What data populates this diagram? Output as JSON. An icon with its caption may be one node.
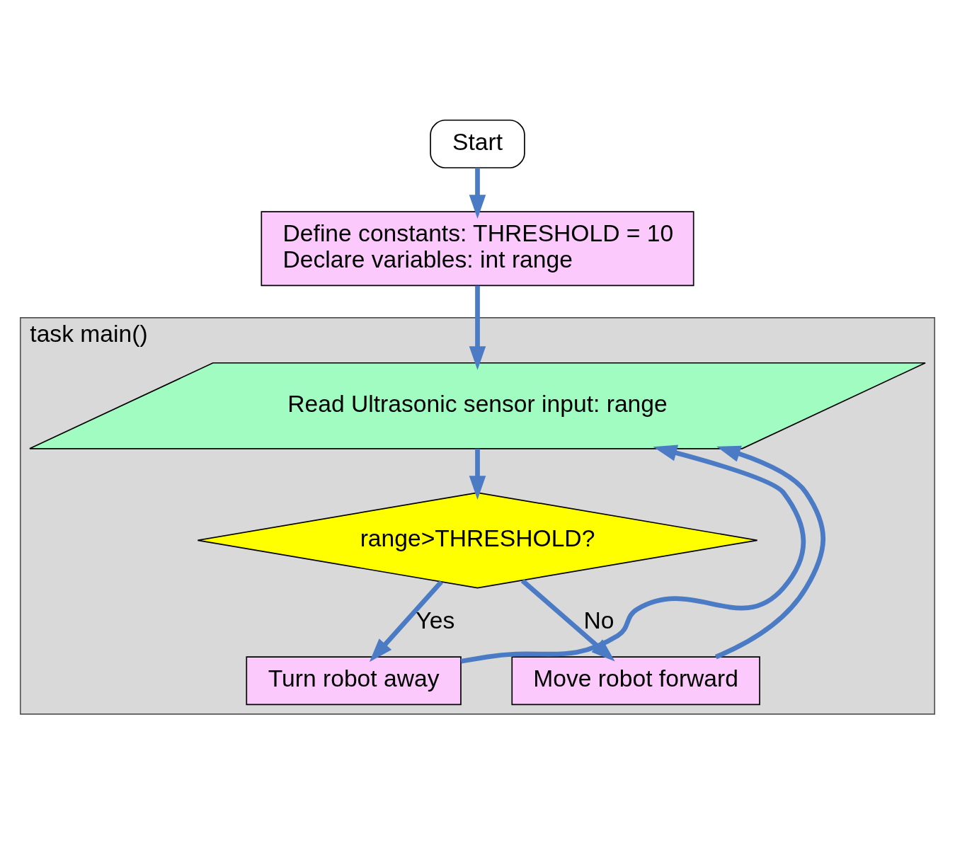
{
  "diagram": {
    "nodes": [
      {
        "text": [
          "Start"
        ]
      },
      {
        "text": [
          "Define constants: THRESHOLD = 10",
          "Declare variables: int range"
        ]
      },
      {
        "text": [
          "task main()"
        ]
      },
      {
        "text": [
          "Read Ultrasonic sensor input: range"
        ],
        "in": 2
      },
      {
        "text": [
          "range>THRESHOLD?"
        ],
        "in": 2
      },
      {
        "text": [
          "Turn robot away"
        ],
        "in": 2
      },
      {
        "text": [
          "Move robot forward"
        ],
        "in": 2
      }
    ],
    "edges": [
      {
        "from": 0,
        "to": 1,
        "arrow": "to"
      },
      {
        "from": 1,
        "to": 3,
        "arrow": "to"
      },
      {
        "from": 3,
        "to": 4,
        "arrow": "to"
      },
      {
        "from": 4,
        "to": 5,
        "label": "Yes",
        "arrow": "to"
      },
      {
        "from": 4,
        "to": 6,
        "label": "No",
        "arrow": "to"
      },
      {
        "from": 6,
        "to": 3,
        "arrow": "to"
      },
      {
        "from": 5,
        "to": 3,
        "arrow": "to"
      }
    ]
  }
}
